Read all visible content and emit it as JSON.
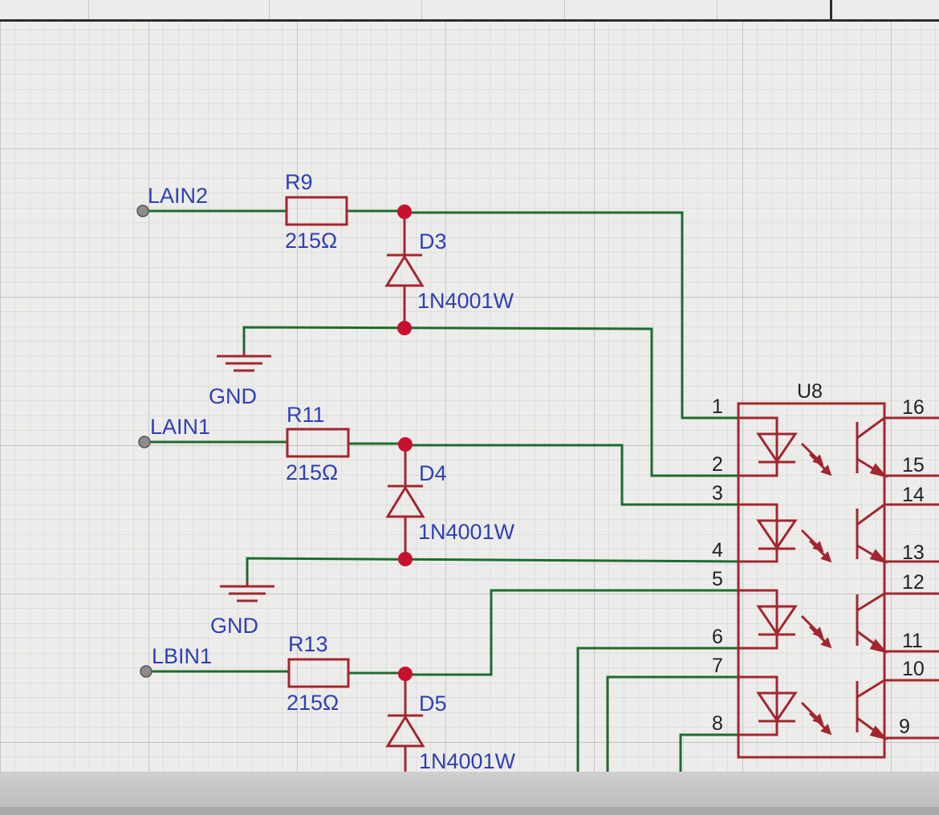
{
  "nets": [
    {
      "key": "lain2",
      "label": "LAIN2"
    },
    {
      "key": "lain1",
      "label": "LAIN1"
    },
    {
      "key": "lbin1",
      "label": "LBIN1"
    }
  ],
  "ground_labels": [
    "GND",
    "GND"
  ],
  "resistors": [
    {
      "ref": "R9",
      "value": "215Ω"
    },
    {
      "ref": "R11",
      "value": "215Ω"
    },
    {
      "ref": "R13",
      "value": "215Ω"
    }
  ],
  "diodes": [
    {
      "ref": "D3",
      "part": "1N4001W"
    },
    {
      "ref": "D4",
      "part": "1N4001W"
    },
    {
      "ref": "D5",
      "part": "1N4001W"
    }
  ],
  "optocoupler": {
    "ref": "U8",
    "pins_left": [
      "1",
      "2",
      "3",
      "4",
      "5",
      "6",
      "7",
      "8"
    ],
    "pins_right": [
      "16",
      "15",
      "14",
      "13",
      "12",
      "11",
      "10",
      "9"
    ]
  },
  "colors": {
    "wire": "#1f6b2f",
    "component": "#a3262f",
    "junction": "#c8102e",
    "text": "#2e3fb5",
    "grid_minor": "#d2d2d2",
    "grid_major": "#b6b6b6",
    "sheet": "#ececea"
  }
}
